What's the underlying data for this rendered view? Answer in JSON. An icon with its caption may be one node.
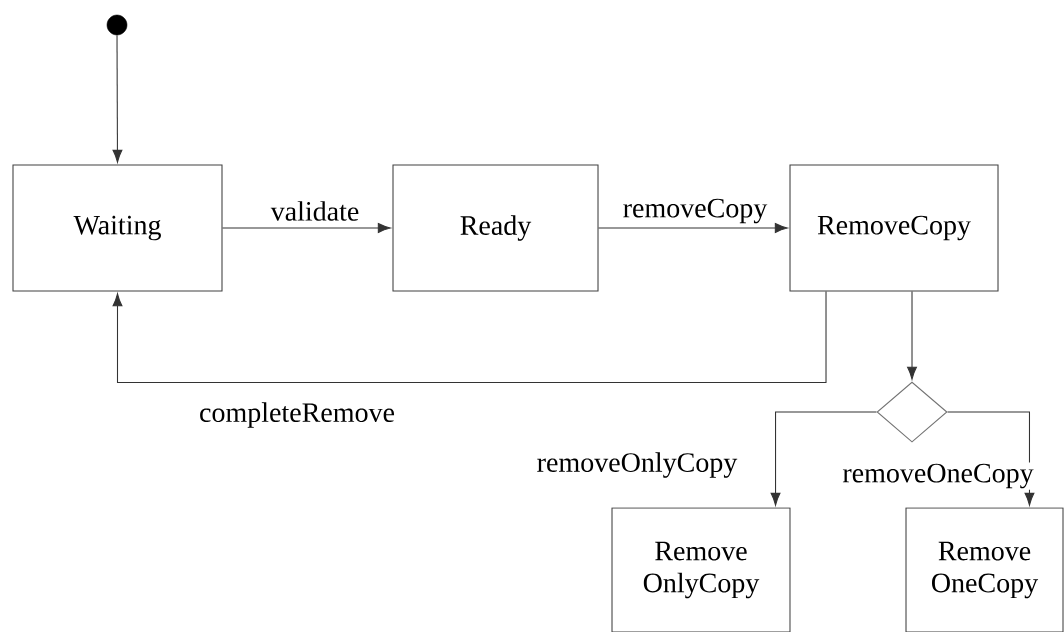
{
  "diagram": {
    "nodes": [
      {
        "text": [],
        "shape": "circle"
      },
      {
        "text": [
          "Waiting"
        ]
      },
      {
        "text": [
          "Ready"
        ]
      },
      {
        "text": [
          "RemoveCopy"
        ]
      },
      {
        "text": [],
        "shape": "diamond"
      },
      {
        "text": [
          "Remove OnlyCopy"
        ]
      },
      {
        "text": [
          "Remove OneCopy"
        ]
      }
    ],
    "edges": [
      {
        "from": 0,
        "to": 1,
        "arrow": "to"
      },
      {
        "from": 1,
        "to": 2,
        "arrow": "to",
        "label": "validate"
      },
      {
        "from": 2,
        "to": 3,
        "arrow": "to",
        "label": "removeCopy"
      },
      {
        "from": 3,
        "to": 1,
        "arrow": "to",
        "label": "completeRemove"
      },
      {
        "from": 3,
        "to": 4,
        "arrow": "to"
      },
      {
        "from": 4,
        "to": 5,
        "arrow": "to",
        "label": "removeOnlyCopy"
      },
      {
        "from": 4,
        "to": 6,
        "arrow": "to",
        "label": "removeOneCopy"
      }
    ]
  }
}
